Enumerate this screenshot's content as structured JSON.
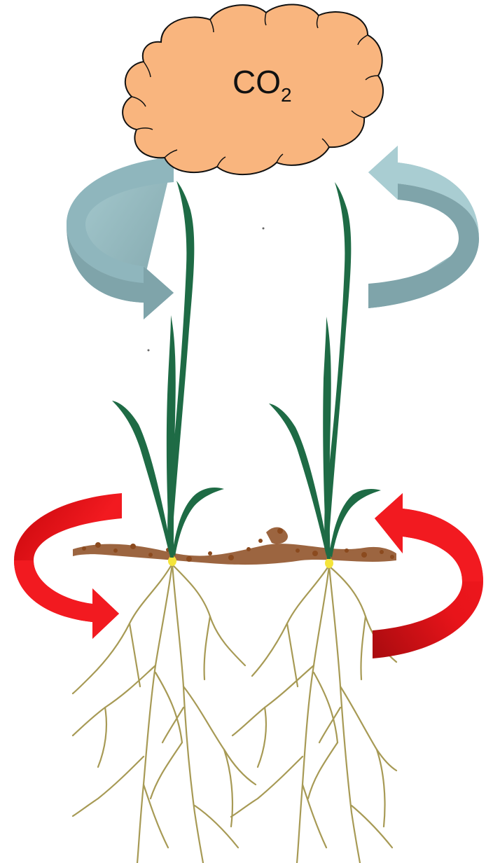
{
  "cloud": {
    "label": "CO",
    "subscript": "2",
    "fill": "#F9B57E",
    "stroke": "#111111"
  },
  "colors": {
    "shoot_arrow": "#8FB6BD",
    "shoot_arrow_dark": "#6F979E",
    "root_arrow": "#E8141A",
    "root_arrow_dark": "#A80B0F",
    "leaf": "#1E6B45",
    "soil": "#8B4A1E",
    "root": "#A79A55",
    "seed": "#F4E43A"
  },
  "plants": [
    {
      "name": "plant-left"
    },
    {
      "name": "plant-right"
    }
  ]
}
